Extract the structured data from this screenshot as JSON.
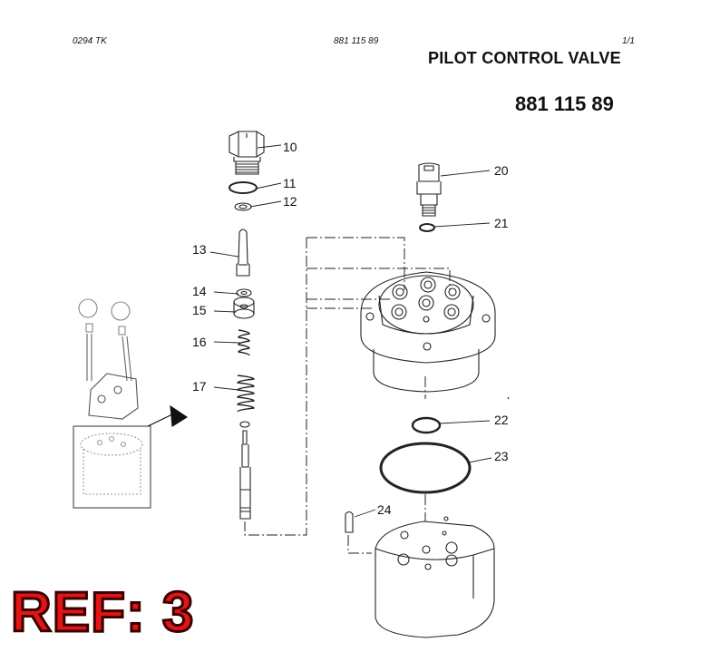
{
  "header": {
    "left_code": "0294  TK",
    "center_number": "881 115 89",
    "page": "1/1",
    "title": "PILOT CONTROL VALVE",
    "part_number": "881 115 89"
  },
  "callouts": {
    "c10": "10",
    "c11": "11",
    "c12": "12",
    "c13": "13",
    "c14": "14",
    "c15": "15",
    "c16": "16",
    "c17": "17",
    "c20": "20",
    "c21": "21",
    "c22": "22",
    "c23": "23",
    "c24": "24"
  },
  "ref_label": "REF: 3"
}
